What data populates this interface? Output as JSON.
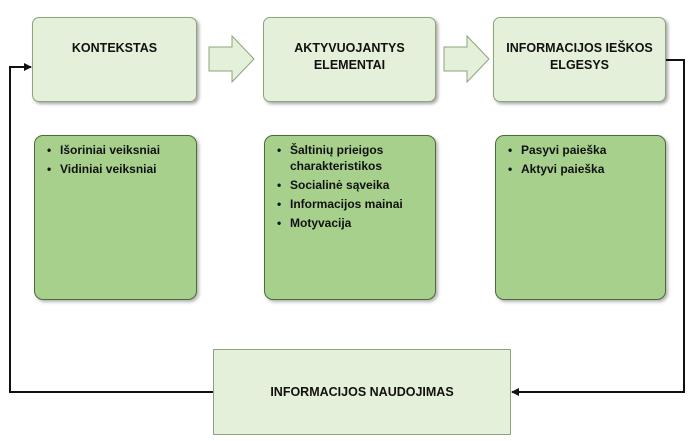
{
  "boxes": {
    "kontekstas": "KONTEKSTAS",
    "aktyvuojantys": "AKTYVUOJANTYS ELEMENTAI",
    "elgesys": "INFORMACIJOS IEŠKOS ELGESYS",
    "naudojimas": "INFORMACIJOS NAUDOJIMAS"
  },
  "lists": {
    "kontekstas": [
      "Išoriniai veiksniai",
      "Vidiniai veiksniai"
    ],
    "aktyvuojantys": [
      "Šaltinių prieigos charakteristikos",
      "Socialinė sąveika",
      "Informacijos mainai",
      "Motyvacija"
    ],
    "elgesys": [
      "Pasyvi paieška",
      "Aktyvi paieška"
    ]
  },
  "colors": {
    "header_fill": "#e4f0d9",
    "list_fill": "#a8d08d",
    "arrow_fill": "#e4f0d9",
    "line": "#111111"
  },
  "icons": {
    "flow_arrow": "block-arrow-right",
    "bullet": "bullet-dot"
  }
}
